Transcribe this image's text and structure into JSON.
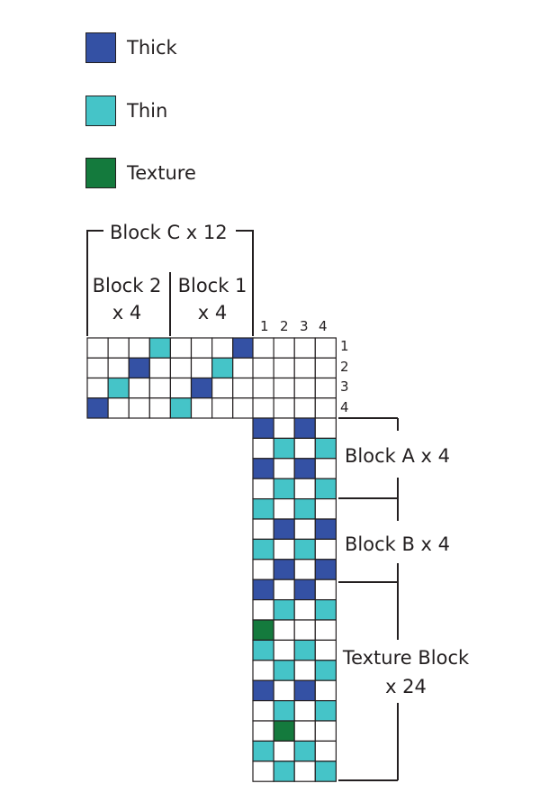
{
  "colors": {
    "thick": "#3451a4",
    "thin": "#45c4c8",
    "texture": "#147a3d",
    "empty": "#ffffff",
    "line": "#231f20"
  },
  "legend": [
    {
      "key": "thick",
      "label": "Thick"
    },
    {
      "key": "thin",
      "label": "Thin"
    },
    {
      "key": "texture",
      "label": "Texture"
    }
  ],
  "labels": {
    "block_c": "Block C x 12",
    "block_2_line1": "Block 2",
    "block_2_line2": "x 4",
    "block_1_line1": "Block 1",
    "block_1_line2": "x 4",
    "block_a": "Block A x 4",
    "block_b": "Block B x 4",
    "texture_line1": "Texture Block",
    "texture_line2": "x 24"
  },
  "shaft_numbers": [
    "1",
    "2",
    "3",
    "4"
  ],
  "threading_top_marks": "00000000",
  "threading": [
    "000T000K",
    "00K000T0",
    "0T000K00",
    "K000T000"
  ],
  "treadling": [
    "K0K0",
    "0T0T",
    "K0K0",
    "0T0T",
    "T0T0",
    "0K0K",
    "T0T0",
    "0K0K",
    "K0K0",
    "0T0T",
    "X000",
    "T0T0",
    "0T0T",
    "K0K0",
    "0T0T",
    "0X00",
    "T0T0",
    "0T0T"
  ]
}
